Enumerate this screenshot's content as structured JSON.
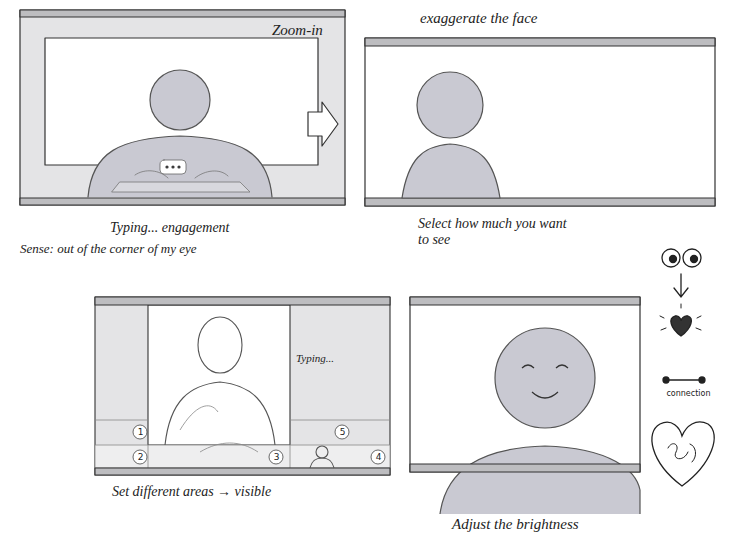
{
  "diagram": {
    "labels": [
      "Zoom-in",
      "exaggerate the face",
      "Typing... engagement",
      "Sense: out of the corner of my eye",
      "Select how much you want to see",
      "Typing...",
      "1",
      "5",
      "2",
      "3",
      "4",
      "Set different areas → visible",
      "Adjust the brightness",
      "connection"
    ]
  }
}
